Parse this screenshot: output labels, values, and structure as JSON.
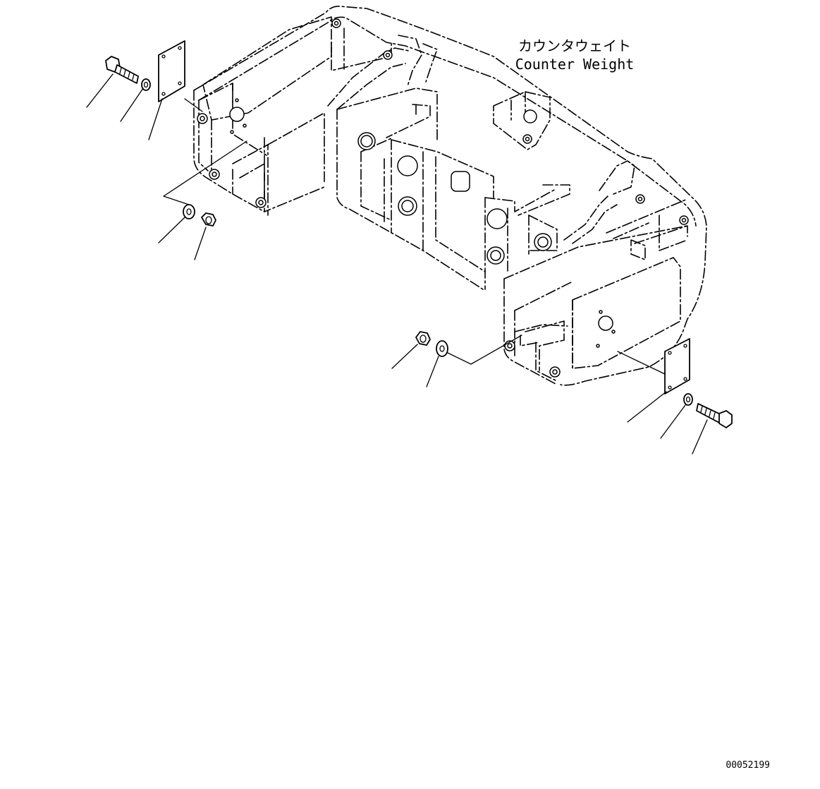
{
  "diagram": {
    "label_jp": "カウンタウェイト",
    "label_en": "Counter Weight",
    "drawing_number": "00052199"
  }
}
